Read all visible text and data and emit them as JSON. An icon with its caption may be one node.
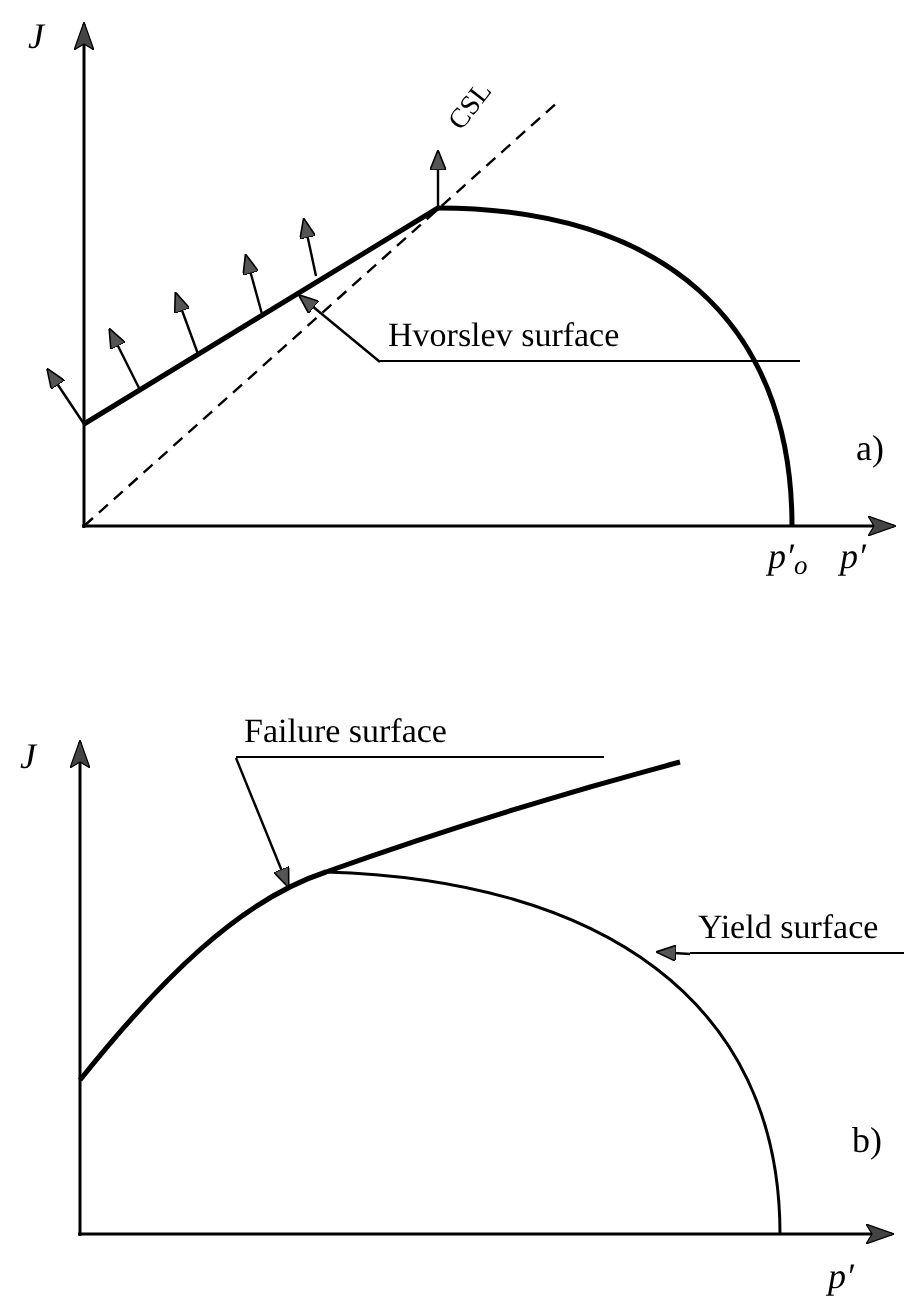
{
  "diagram": {
    "nodes": [
      {
        "text": [
          "Hvorslev surface"
        ]
      },
      {
        "text": [],
        "shape": "line"
      },
      {
        "text": [
          "Failure surface"
        ]
      },
      {
        "text": [],
        "shape": "line"
      },
      {
        "text": [
          "Yield surface"
        ]
      },
      {
        "text": [],
        "shape": "line"
      }
    ],
    "edges": [
      {
        "from": 0,
        "to": 1,
        "arrow": "to"
      },
      {
        "from": 2,
        "to": 3,
        "arrow": "to"
      },
      {
        "from": 4,
        "to": 5,
        "arrow": "to"
      }
    ],
    "labels": [
      "J",
      "CSL",
      "a)",
      "p′$_{o}$",
      "p′",
      "J",
      "b)",
      "p′"
    ]
  }
}
